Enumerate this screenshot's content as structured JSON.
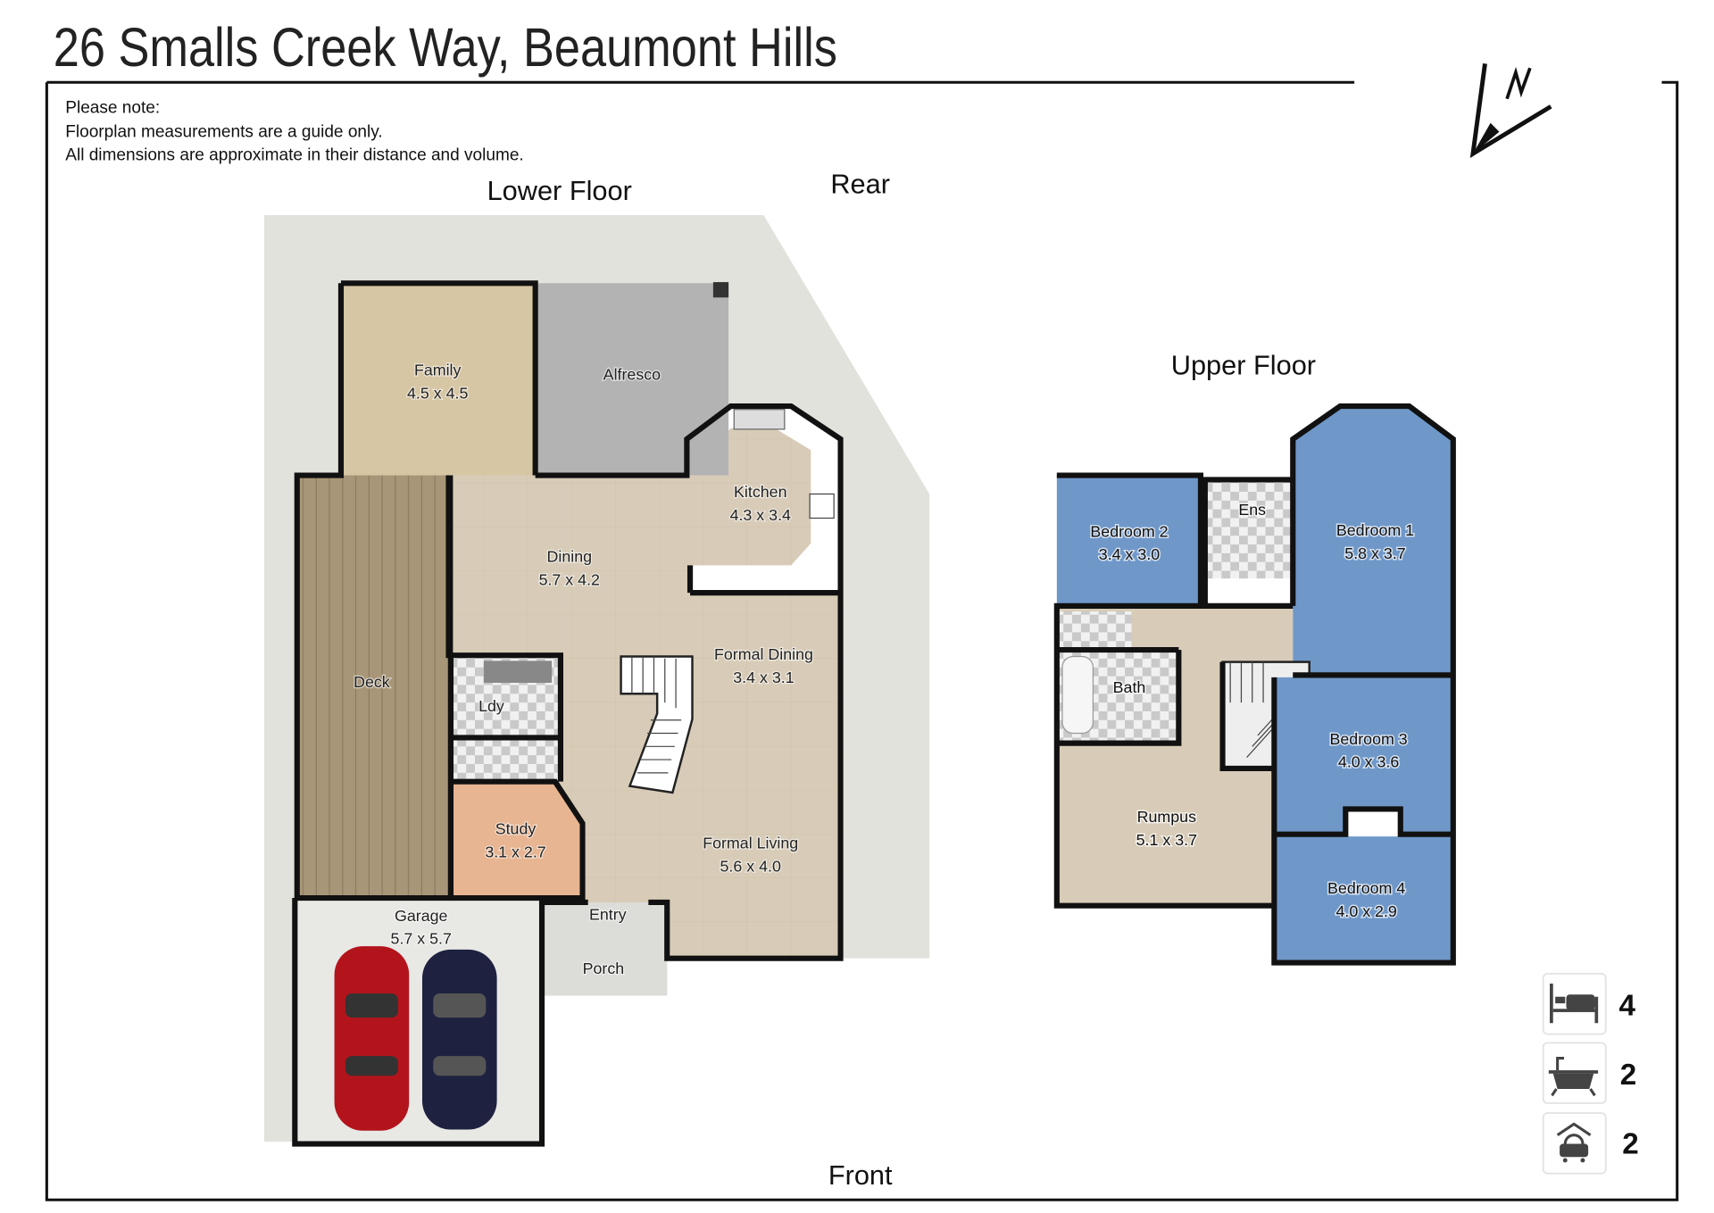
{
  "title": "26 Smalls Creek Way, Beaumont Hills",
  "note": {
    "heading": "Please note:",
    "line1": "Floorplan measurements are a guide only.",
    "line2": "All dimensions are approximate in their distance and volume."
  },
  "orientation": {
    "rear": "Rear",
    "front": "Front",
    "north": "N"
  },
  "lower_floor": {
    "title": "Lower Floor",
    "rooms": [
      {
        "name": "Family",
        "dims": "4.5 x 4.5"
      },
      {
        "name": "Alfresco",
        "dims": ""
      },
      {
        "name": "Kitchen",
        "dims": "4.3 x 3.4"
      },
      {
        "name": "Dining",
        "dims": "5.7 x 4.2"
      },
      {
        "name": "Deck",
        "dims": ""
      },
      {
        "name": "Ldy",
        "dims": ""
      },
      {
        "name": "Formal Dining",
        "dims": "3.4 x 3.1"
      },
      {
        "name": "Study",
        "dims": "3.1 x 2.7"
      },
      {
        "name": "Formal Living",
        "dims": "5.6 x 4.0"
      },
      {
        "name": "Entry",
        "dims": ""
      },
      {
        "name": "Garage",
        "dims": "5.7 x 5.7"
      },
      {
        "name": "Porch",
        "dims": ""
      }
    ]
  },
  "upper_floor": {
    "title": "Upper Floor",
    "rooms": [
      {
        "name": "Bedroom 2",
        "dims": "3.4 x 3.0"
      },
      {
        "name": "Ens",
        "dims": ""
      },
      {
        "name": "Bedroom 1",
        "dims": "5.8 x 3.7"
      },
      {
        "name": "Bath",
        "dims": ""
      },
      {
        "name": "Bedroom 3",
        "dims": "4.0 x 3.6"
      },
      {
        "name": "Rumpus",
        "dims": "5.1 x 3.7"
      },
      {
        "name": "Bedroom 4",
        "dims": "4.0 x 2.9"
      }
    ]
  },
  "features": [
    {
      "icon": "bed-icon",
      "count": "4"
    },
    {
      "icon": "bath-icon",
      "count": "2"
    },
    {
      "icon": "garage-icon",
      "count": "2"
    }
  ],
  "colors": {
    "bedroom": "#6f98c9",
    "floor": "#d8ccb8",
    "family": "#d6c6a4",
    "alfresco": "#b3b3b3",
    "deck": "#a89678",
    "study": "#e7b592",
    "site": "#e2e2dc"
  }
}
